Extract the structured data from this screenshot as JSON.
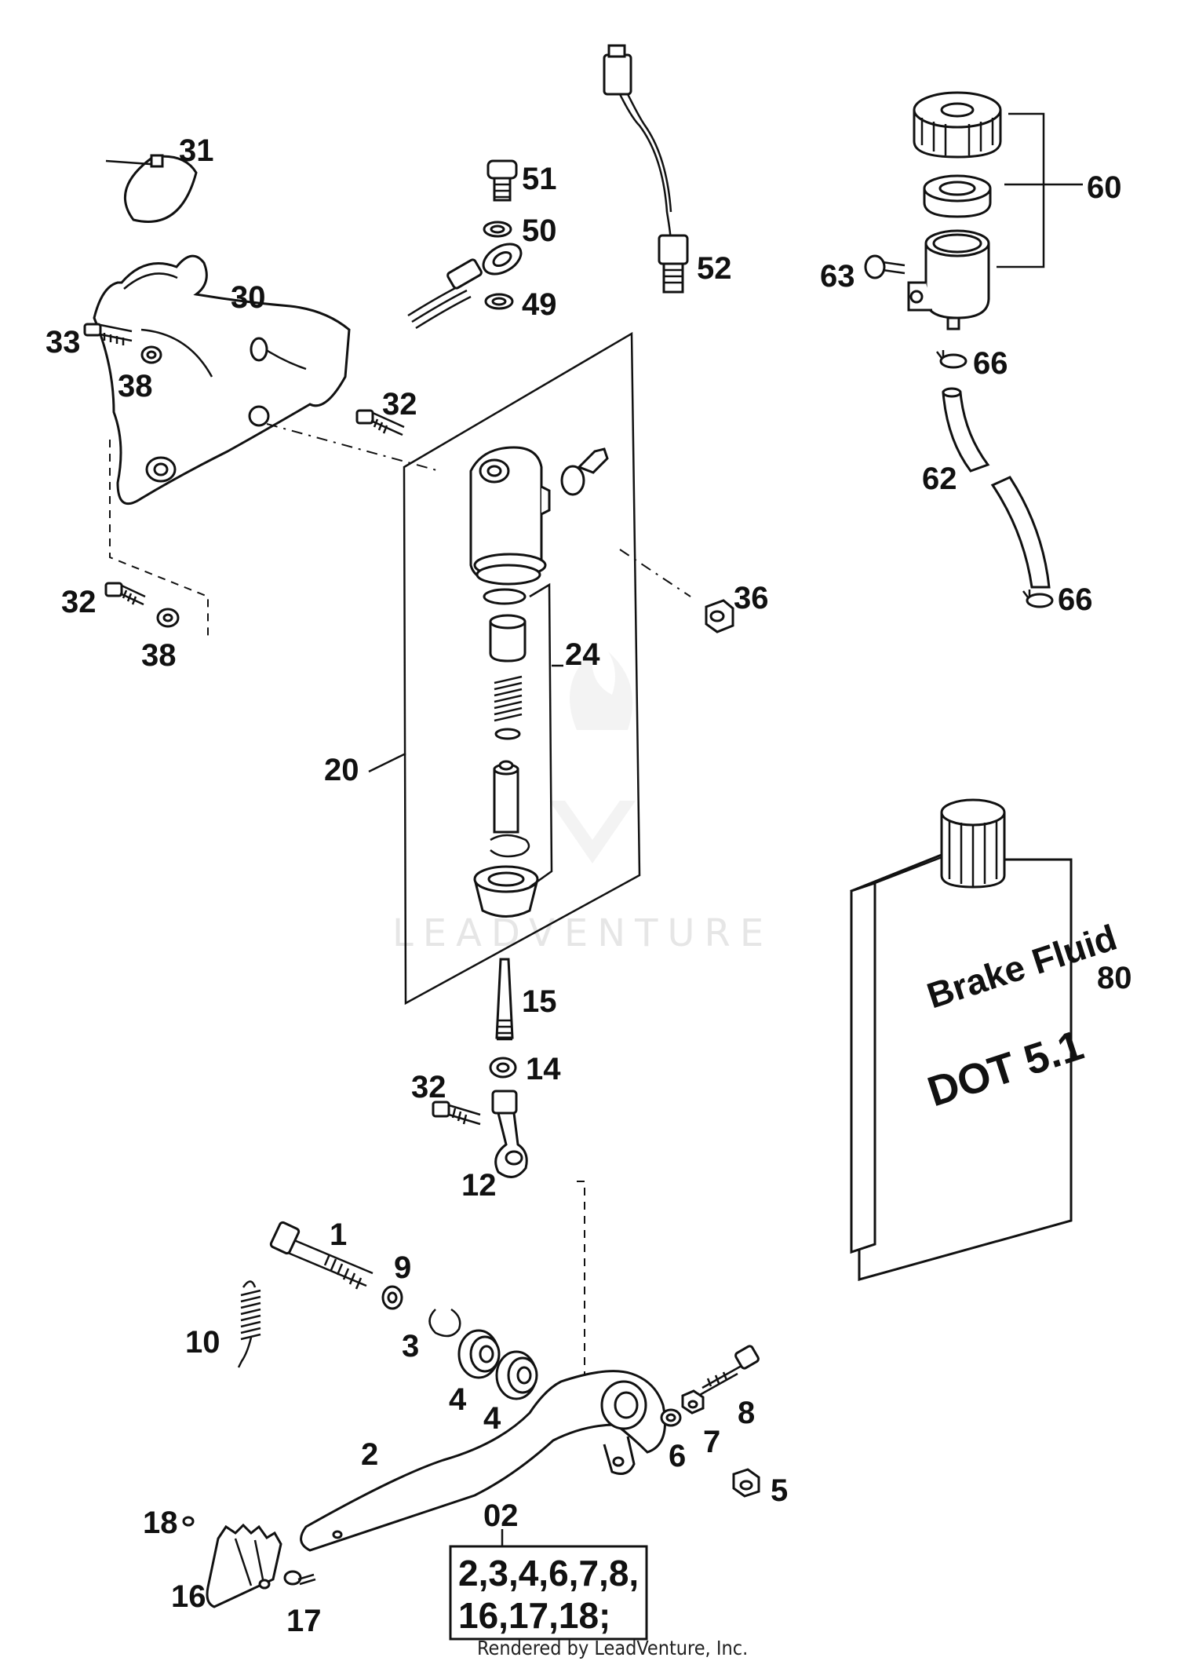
{
  "callouts": {
    "c31": "31",
    "c30": "30",
    "c33": "33",
    "c38a": "38",
    "c32a": "32",
    "c32b": "32",
    "c38b": "38",
    "c51": "51",
    "c50": "50",
    "c49": "49",
    "c52": "52",
    "c60": "60",
    "c63": "63",
    "c66a": "66",
    "c62": "62",
    "c66b": "66",
    "c36": "36",
    "c24": "24",
    "c20": "20",
    "c15": "15",
    "c14": "14",
    "c32c": "32",
    "c12": "12",
    "c80": "80",
    "c1": "1",
    "c9": "9",
    "c10": "10",
    "c3": "3",
    "c4a": "4",
    "c4b": "4",
    "c8": "8",
    "c7": "7",
    "c6": "6",
    "c2": "2",
    "c5": "5",
    "c18": "18",
    "c16": "16",
    "c17": "17",
    "c02": "02"
  },
  "kit_box": {
    "line1": "2,3,4,6,7,8,",
    "line2": "16,17,18;"
  },
  "bottle": {
    "line1": "Brake Fluid",
    "line2": "DOT 5.1"
  },
  "watermark": "LEADVENTURE",
  "footer": "Rendered by LeadVenture, Inc."
}
